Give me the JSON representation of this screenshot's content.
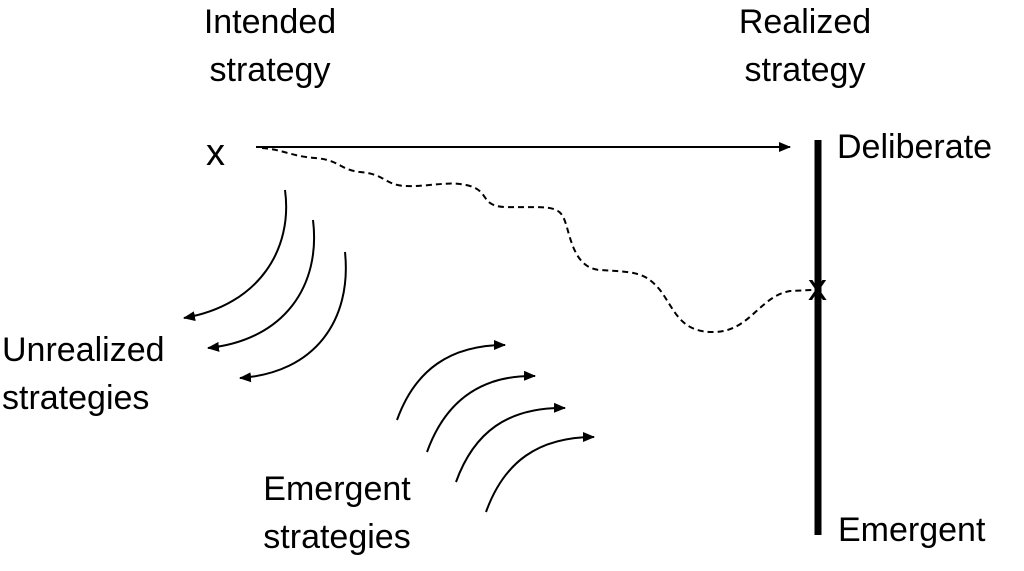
{
  "labels": {
    "intended": [
      "Intended",
      "strategy"
    ],
    "realized": [
      "Realized",
      "strategy"
    ],
    "deliberate": "Deliberate",
    "emergent_end": "Emergent",
    "unrealized": [
      "Unrealized",
      "strategies"
    ],
    "emergent_strategies": [
      "Emergent",
      "strategies"
    ]
  },
  "markers": {
    "start": "x",
    "end": "x"
  },
  "colors": {
    "ink": "#000000",
    "background": "#ffffff"
  }
}
